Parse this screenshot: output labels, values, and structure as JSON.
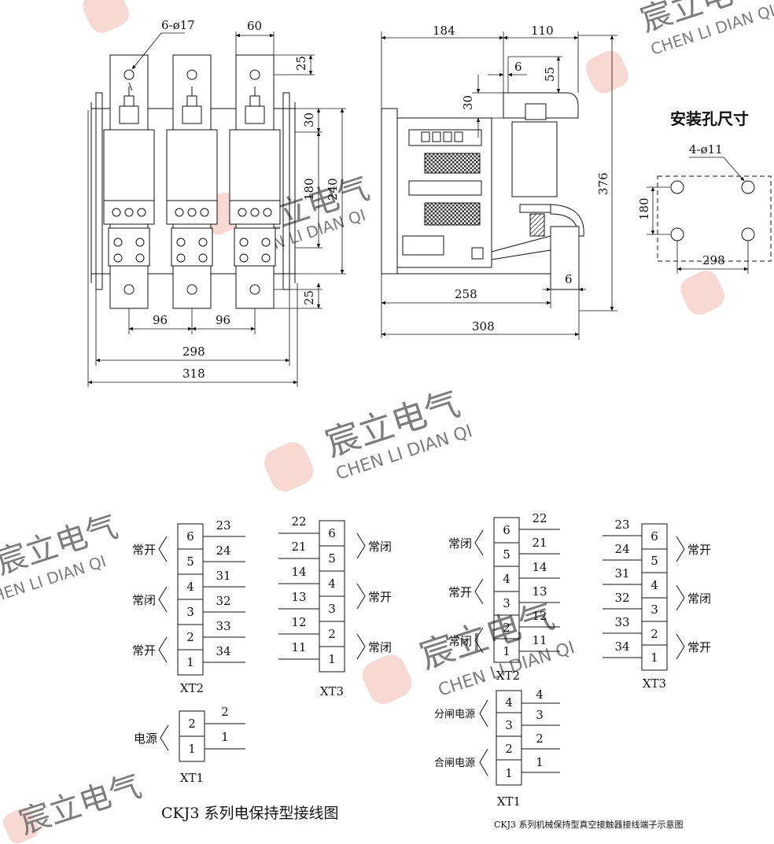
{
  "watermark": {
    "brand_cn": "宸立电气",
    "brand_en": "CHEN LI DIAN QI",
    "color": "#f3c9bf"
  },
  "front_view": {
    "dims": {
      "hole_spec": "6-ø17",
      "top_width": "60",
      "top_offset": "25",
      "v30": "30",
      "v180": "180",
      "v240": "240",
      "bottom_offset": "25",
      "pitch_left": "96",
      "pitch_right": "96",
      "mount_width": "298",
      "overall_width": "318"
    }
  },
  "side_view": {
    "dims": {
      "w184": "184",
      "w110": "110",
      "w6_top": "6",
      "h55": "55",
      "h30": "30",
      "h376": "376",
      "w258": "258",
      "w6_bottom": "6",
      "w308": "308"
    }
  },
  "mounting_holes": {
    "title": "安装孔尺寸",
    "hole_spec": "4-ø11",
    "height": "180",
    "width": "298"
  },
  "wiring_left": {
    "caption": "CKJ3 系列电保持型接线图",
    "xt2": {
      "label": "XT2",
      "cells": [
        "6",
        "5",
        "4",
        "3",
        "2",
        "1"
      ],
      "wires": [
        "23",
        "24",
        "31",
        "32",
        "33",
        "34"
      ],
      "groups": [
        "常开",
        "常闭",
        "常开"
      ]
    },
    "xt3": {
      "label": "XT3",
      "cells": [
        "6",
        "5",
        "4",
        "3",
        "2",
        "1"
      ],
      "wires": [
        "22",
        "21",
        "14",
        "13",
        "12",
        "11"
      ],
      "groups": [
        "常闭",
        "常开",
        "常闭"
      ]
    },
    "xt1": {
      "label": "XT1",
      "cells": [
        "2",
        "1"
      ],
      "wires": [
        "2",
        "1"
      ],
      "group": "电源"
    }
  },
  "wiring_right": {
    "caption": "CKJ3 系列机械保持型真空接触器接线端子示意图",
    "xt2": {
      "label": "XT2",
      "cells": [
        "6",
        "5",
        "4",
        "3",
        "2",
        "1"
      ],
      "wires": [
        "22",
        "21",
        "14",
        "13",
        "12",
        "11"
      ],
      "groups": [
        "常闭",
        "常开",
        "常闭"
      ]
    },
    "xt3": {
      "label": "XT3",
      "cells": [
        "6",
        "5",
        "4",
        "3",
        "2",
        "1"
      ],
      "wires": [
        "23",
        "24",
        "31",
        "32",
        "33",
        "34"
      ],
      "groups": [
        "常开",
        "常闭",
        "常开"
      ]
    },
    "xt1": {
      "label": "XT1",
      "cells": [
        "4",
        "3",
        "2",
        "1"
      ],
      "wires": [
        "4",
        "3",
        "2",
        "1"
      ],
      "groups": [
        "分闸电源",
        "合闸电源"
      ]
    }
  }
}
